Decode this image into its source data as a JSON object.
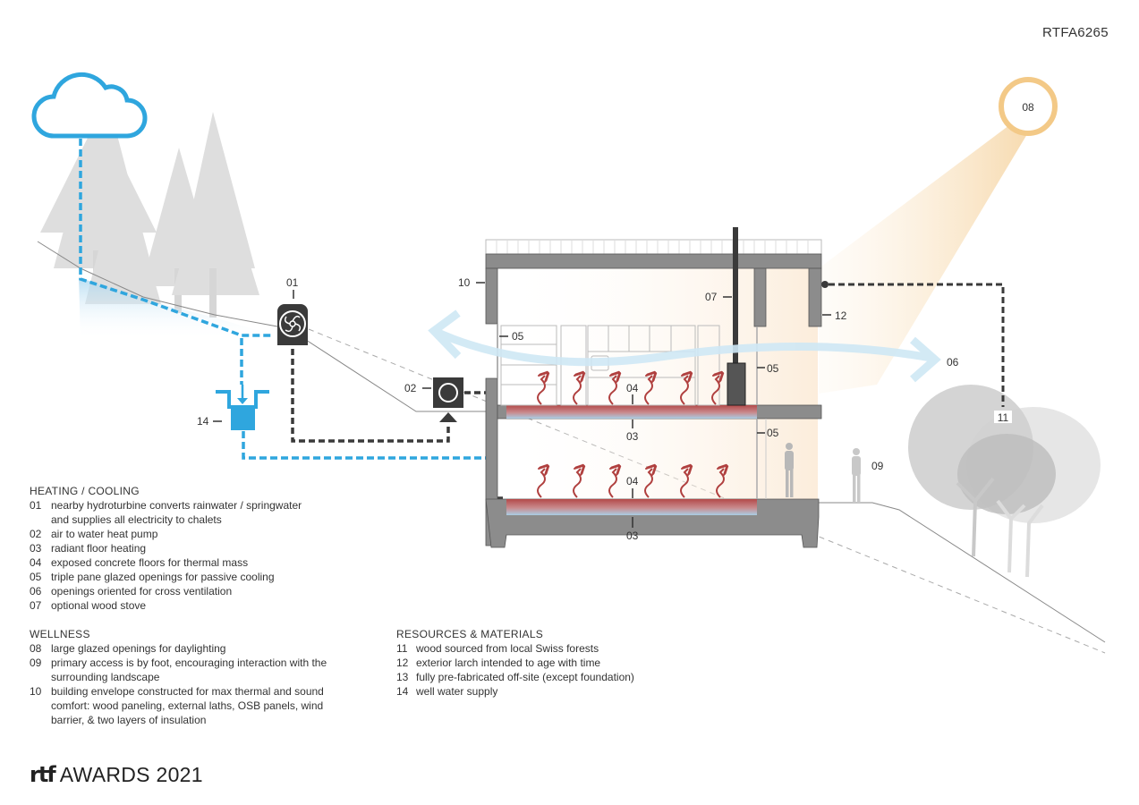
{
  "header": {
    "code": "RTFA6265"
  },
  "diagram_labels": {
    "l01": "01",
    "l02": "02",
    "l03a": "03",
    "l03b": "03",
    "l04a": "04",
    "l04b": "04",
    "l05a": "05",
    "l05b": "05",
    "l05c": "05",
    "l06": "06",
    "l07": "07",
    "l08": "08",
    "l09": "09",
    "l10": "10",
    "l11": "11",
    "l12": "12",
    "l14": "14"
  },
  "colors": {
    "water_blue": "#2fa6de",
    "sun_orange": "#f3c987",
    "concrete_gray": "#8c8c8c",
    "equipment_dark": "#3a3a3a",
    "heat_red": "#b0403f",
    "airflow_blue": "#cfe8f5"
  },
  "legend": {
    "heating": {
      "title": "HEATING / COOLING",
      "items": [
        {
          "num": "01",
          "text": "nearby hydroturbine converts rainwater / springwater",
          "cont": "and supplies all electricity to chalets"
        },
        {
          "num": "02",
          "text": "air to water heat pump"
        },
        {
          "num": "03",
          "text": "radiant floor heating"
        },
        {
          "num": "04",
          "text": "exposed concrete floors for thermal mass"
        },
        {
          "num": "05",
          "text": "triple pane glazed openings for passive cooling"
        },
        {
          "num": "06",
          "text": "openings oriented for cross ventilation"
        },
        {
          "num": "07",
          "text": "optional wood stove"
        }
      ]
    },
    "wellness": {
      "title": "WELLNESS",
      "items": [
        {
          "num": "08",
          "text": "large glazed openings for daylighting"
        },
        {
          "num": "09",
          "text": "primary access is by foot, encouraging interaction with the",
          "cont": "surrounding landscape"
        },
        {
          "num": "10",
          "text": "building envelope constructed for max thermal and sound",
          "cont": "comfort: wood paneling, external laths, OSB panels, wind",
          "cont2": "barrier, & two layers of insulation"
        }
      ]
    },
    "resources": {
      "title": "RESOURCES & MATERIALS",
      "items": [
        {
          "num": "11",
          "text": "wood sourced from local Swiss forests"
        },
        {
          "num": "12",
          "text": "exterior larch intended to age with time"
        },
        {
          "num": "13",
          "text": "fully pre-fabricated off-site (except foundation)"
        },
        {
          "num": "14",
          "text": "well water supply"
        }
      ]
    }
  },
  "footer": {
    "logo_mark": "rtf",
    "logo_text": "AWARDS 2021"
  }
}
